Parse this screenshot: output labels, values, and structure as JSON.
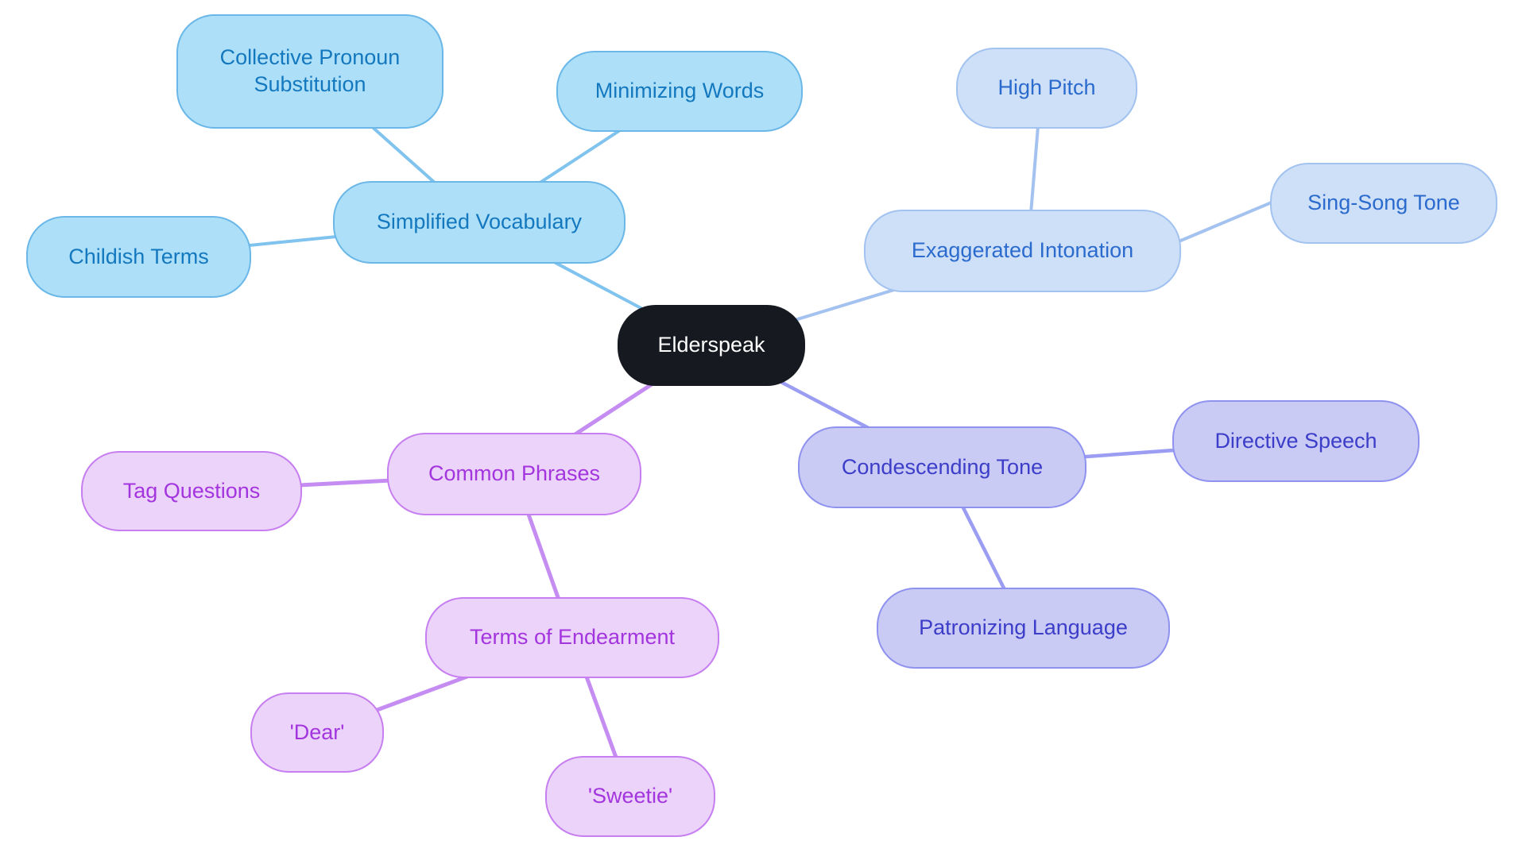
{
  "title": "Elderspeak mind map",
  "colors": {
    "background": "#ffffff",
    "root-fill": "#16191f",
    "root-text": "#ffffff",
    "sky-fill": "#ade0f8",
    "sky-border": "#6ab7e8",
    "sky-text": "#1478bf",
    "sky-line": "#7fc3ee",
    "peri-fill": "#cedff8",
    "peri-border": "#a2c2f0",
    "peri-text": "#2b6bcd",
    "peri-line": "#a4c2ef",
    "lav-fill": "#c9cbf5",
    "lav-border": "#8f92ee",
    "lav-text": "#3c3dc8",
    "lav-line": "#9a9df1",
    "pink-fill": "#ecd3f9",
    "pink-border": "#c67ef0",
    "pink-text": "#a335de",
    "pink-line": "#c58df2"
  },
  "mindmap": {
    "nodes": {
      "root": {
        "label": "Elderspeak"
      },
      "simplified_vocabulary": {
        "label": "Simplified Vocabulary"
      },
      "collective_pronoun": {
        "label": "Collective Pronoun Substitution"
      },
      "minimizing_words": {
        "label": "Minimizing Words"
      },
      "childish_terms": {
        "label": "Childish Terms"
      },
      "exaggerated_intonation": {
        "label": "Exaggerated Intonation"
      },
      "high_pitch": {
        "label": "High Pitch"
      },
      "sing_song_tone": {
        "label": "Sing-Song Tone"
      },
      "condescending_tone": {
        "label": "Condescending Tone"
      },
      "directive_speech": {
        "label": "Directive Speech"
      },
      "patronizing_language": {
        "label": "Patronizing Language"
      },
      "common_phrases": {
        "label": "Common Phrases"
      },
      "tag_questions": {
        "label": "Tag Questions"
      },
      "terms_of_endearment": {
        "label": "Terms of Endearment"
      },
      "dear": {
        "label": "'Dear'"
      },
      "sweetie": {
        "label": "'Sweetie'"
      }
    },
    "edges": [
      {
        "from": "Elderspeak",
        "to": "Simplified Vocabulary"
      },
      {
        "from": "Simplified Vocabulary",
        "to": "Collective Pronoun Substitution"
      },
      {
        "from": "Simplified Vocabulary",
        "to": "Minimizing Words"
      },
      {
        "from": "Simplified Vocabulary",
        "to": "Childish Terms"
      },
      {
        "from": "Elderspeak",
        "to": "Exaggerated Intonation"
      },
      {
        "from": "Exaggerated Intonation",
        "to": "High Pitch"
      },
      {
        "from": "Exaggerated Intonation",
        "to": "Sing-Song Tone"
      },
      {
        "from": "Elderspeak",
        "to": "Condescending Tone"
      },
      {
        "from": "Condescending Tone",
        "to": "Directive Speech"
      },
      {
        "from": "Condescending Tone",
        "to": "Patronizing Language"
      },
      {
        "from": "Elderspeak",
        "to": "Common Phrases"
      },
      {
        "from": "Common Phrases",
        "to": "Tag Questions"
      },
      {
        "from": "Common Phrases",
        "to": "Terms of Endearment"
      },
      {
        "from": "Terms of Endearment",
        "to": "'Dear'"
      },
      {
        "from": "Terms of Endearment",
        "to": "'Sweetie'"
      }
    ]
  }
}
